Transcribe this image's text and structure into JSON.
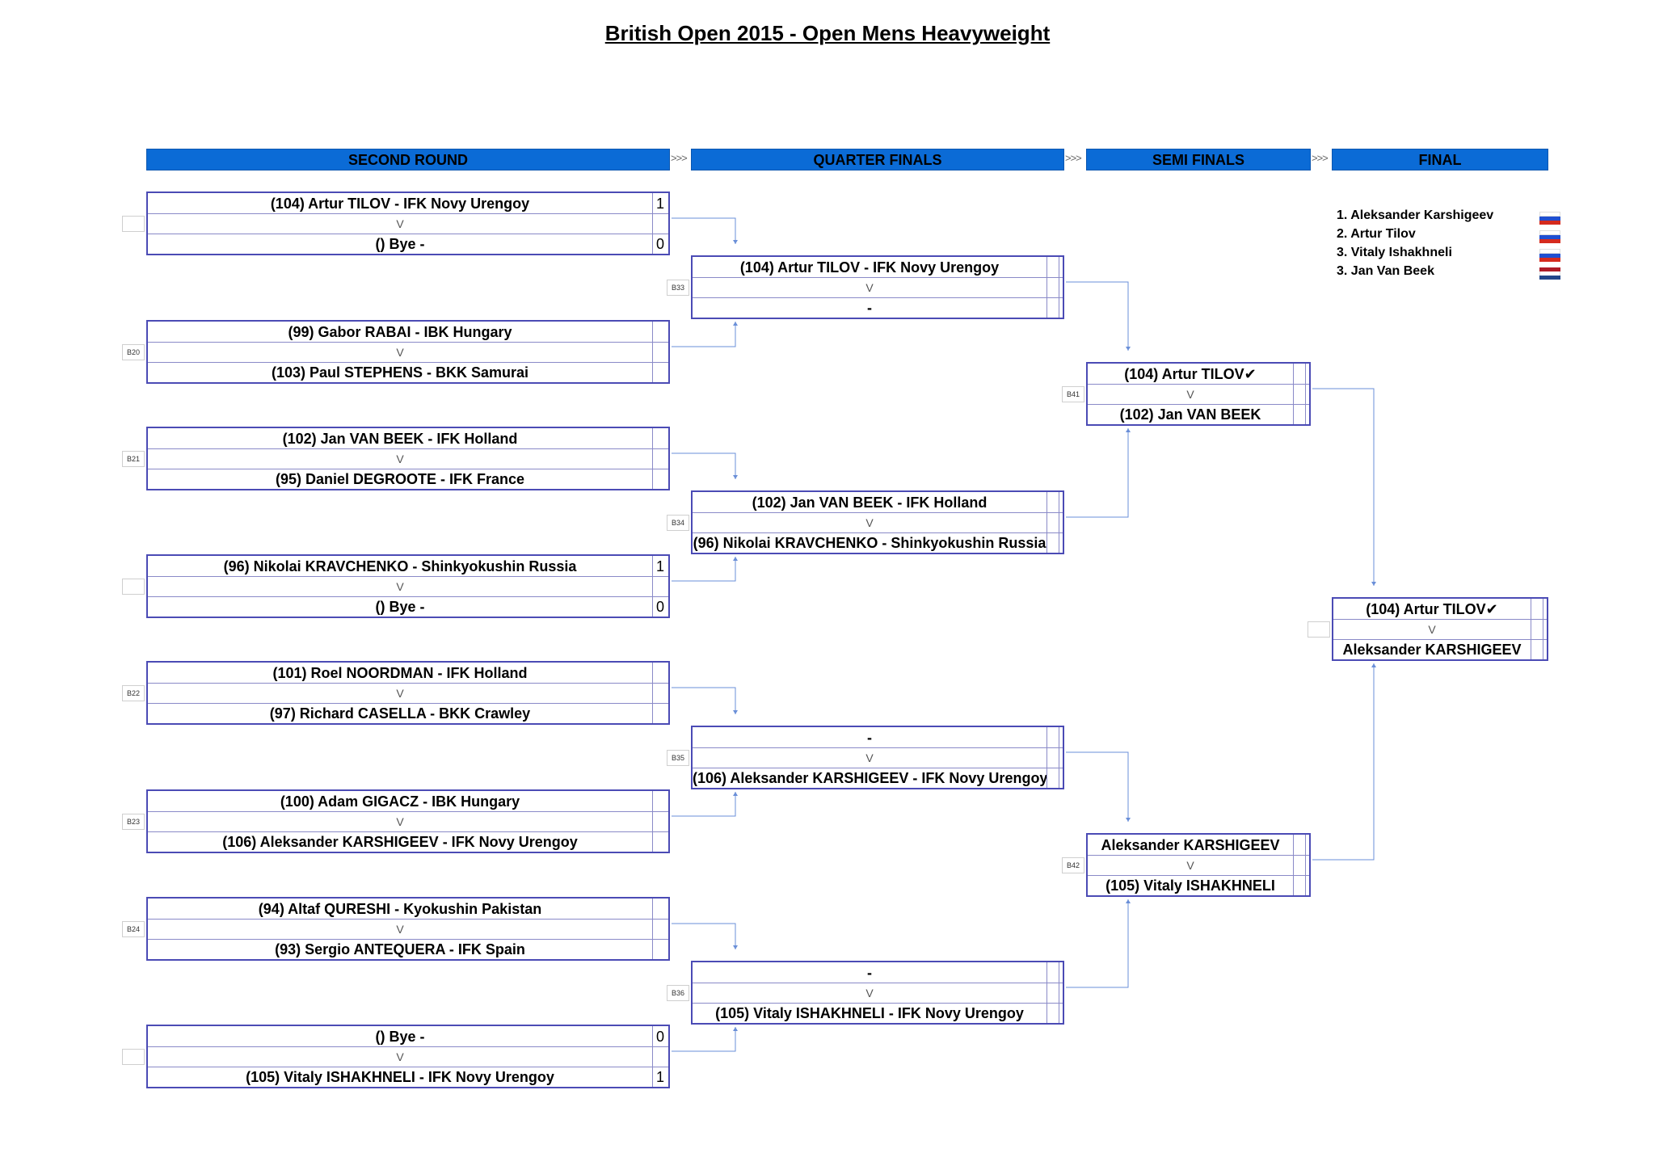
{
  "title": "British Open 2015 - Open Mens Heavyweight",
  "rounds": [
    "SECOND ROUND",
    "QUARTER FINALS",
    "SEMI FINALS",
    "FINAL"
  ],
  "separator": ">>>",
  "vs": "V",
  "colors": {
    "header": "#0b6bd6",
    "border": "#4b4bb5",
    "connector": "#6a8fd8"
  },
  "second_round": [
    {
      "top": "(104) Artur TILOV - IFK Novy Urengoy",
      "bottom": "() Bye -",
      "top_score": "1",
      "bottom_score": "0",
      "bout": ""
    },
    {
      "top": "(99) Gabor RABAI - IBK Hungary",
      "bottom": "(103) Paul STEPHENS - BKK Samurai",
      "top_score": "",
      "bottom_score": "",
      "bout": "B20"
    },
    {
      "top": "(102) Jan VAN BEEK - IFK Holland",
      "bottom": "(95) Daniel DEGROOTE - IFK France",
      "top_score": "",
      "bottom_score": "",
      "bout": "B21"
    },
    {
      "top": "(96) Nikolai KRAVCHENKO - Shinkyokushin Russia",
      "bottom": "() Bye -",
      "top_score": "1",
      "bottom_score": "0",
      "bout": ""
    },
    {
      "top": "(101) Roel NOORDMAN - IFK Holland",
      "bottom": "(97) Richard CASELLA - BKK Crawley",
      "top_score": "",
      "bottom_score": "",
      "bout": "B22"
    },
    {
      "top": "(100) Adam GIGACZ - IBK Hungary",
      "bottom": "(106) Aleksander KARSHIGEEV - IFK Novy Urengoy",
      "top_score": "",
      "bottom_score": "",
      "bout": "B23"
    },
    {
      "top": "(94) Altaf QURESHI - Kyokushin Pakistan",
      "bottom": "(93) Sergio ANTEQUERA - IFK Spain",
      "top_score": "",
      "bottom_score": "",
      "bout": "B24"
    },
    {
      "top": "() Bye -",
      "bottom": "(105) Vitaly ISHAKHNELI - IFK Novy Urengoy",
      "top_score": "0",
      "bottom_score": "1",
      "bout": ""
    }
  ],
  "quarter_finals": [
    {
      "top": "(104) Artur TILOV - IFK Novy Urengoy",
      "bottom": "-",
      "bout": "B33"
    },
    {
      "top": "(102) Jan VAN BEEK - IFK Holland",
      "bottom": "(96) Nikolai KRAVCHENKO - Shinkyokushin Russia",
      "bout": "B34"
    },
    {
      "top": "-",
      "bottom": "(106) Aleksander KARSHIGEEV - IFK Novy Urengoy",
      "bout": "B35"
    },
    {
      "top": "-",
      "bottom": "(105) Vitaly ISHAKHNELI - IFK Novy Urengoy",
      "bout": "B36"
    }
  ],
  "semi_finals": [
    {
      "top": "(104) Artur TILOV✔",
      "bottom": "(102) Jan VAN BEEK",
      "bout": "B41"
    },
    {
      "top": "Aleksander KARSHIGEEV",
      "bottom": "(105) Vitaly ISHAKHNELI",
      "bout": "B42"
    }
  ],
  "final": {
    "top": "(104) Artur TILOV✔",
    "bottom": "Aleksander KARSHIGEEV",
    "bout": ""
  },
  "results": [
    {
      "label": "1. Aleksander Karshigeev",
      "flag": "russia"
    },
    {
      "label": "2. Artur Tilov",
      "flag": "russia"
    },
    {
      "label": "3. Vitaly Ishakhneli",
      "flag": "russia"
    },
    {
      "label": "3. Jan Van Beek",
      "flag": "netherlands"
    }
  ]
}
